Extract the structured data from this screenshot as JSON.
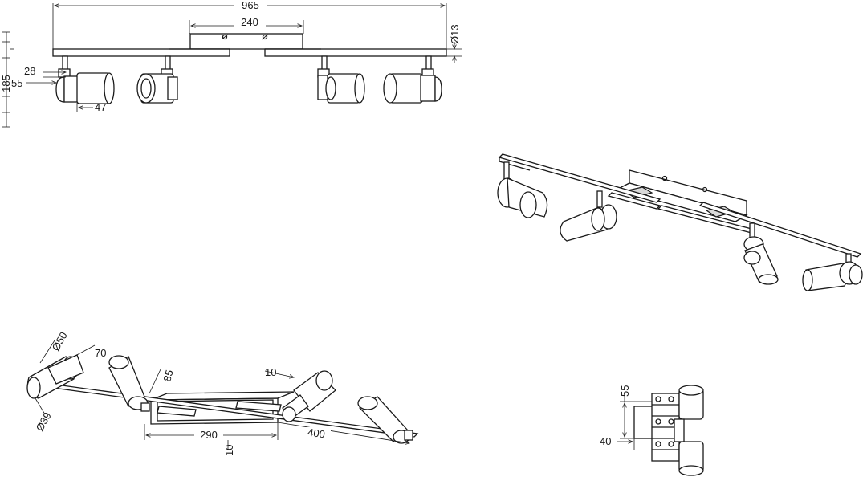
{
  "front_view": {
    "width": "965",
    "plate_width": "240",
    "bar_diameter": "Ø13",
    "height": "185",
    "arm_height": "28",
    "spot_offset": "55",
    "spot_length": "47"
  },
  "iso_view": {
    "spot_diameter": "Ø50",
    "spot_depth": "70",
    "spot_height": "85",
    "plate_offset": "10",
    "plate_gap": "10",
    "plate_length": "290",
    "bar_section": "400",
    "base_diameter": "Ø39"
  },
  "side_view": {
    "height": "55",
    "depth": "40"
  },
  "colors": {
    "line": "#1a1a1a",
    "shade": "#d9d9d9"
  }
}
